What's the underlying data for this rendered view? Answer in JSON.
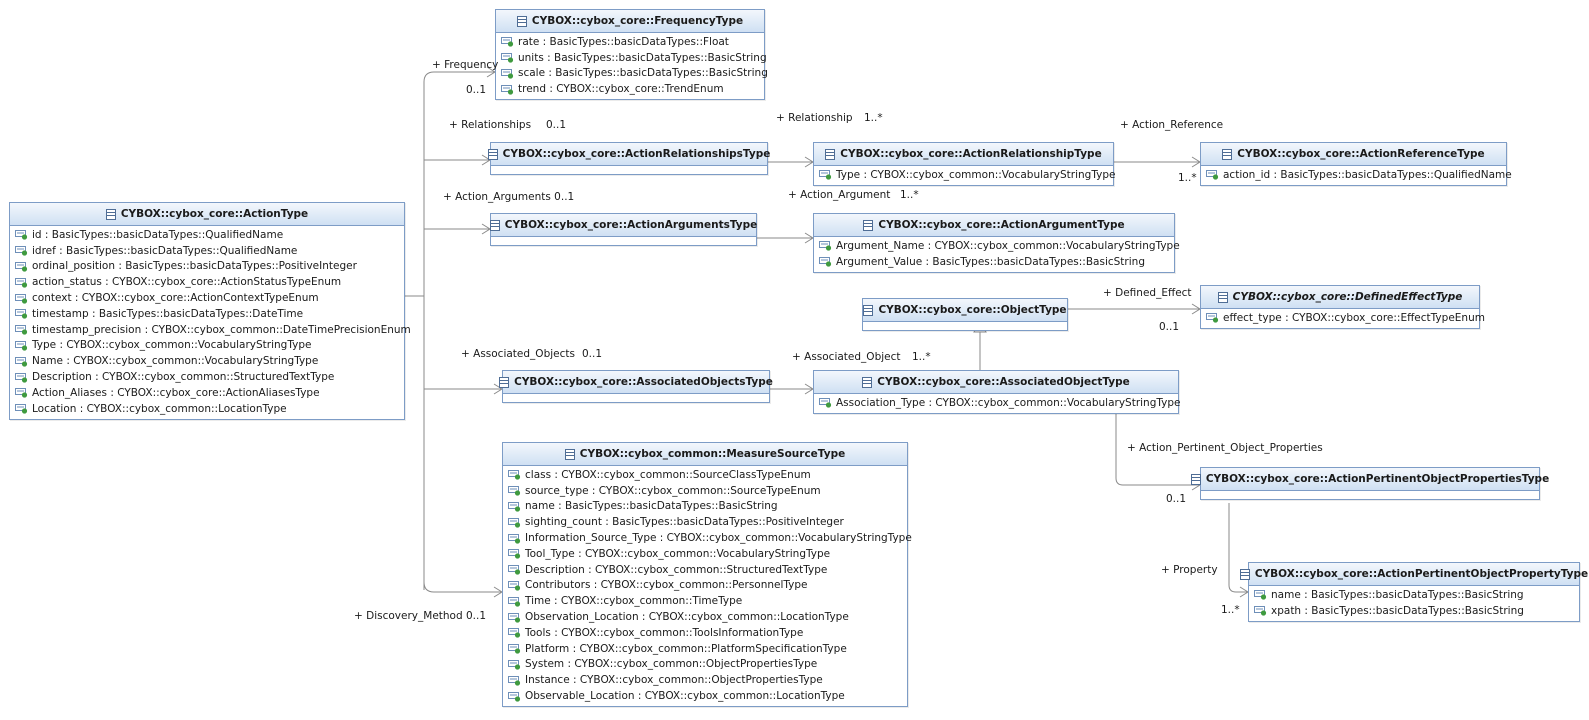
{
  "classes": {
    "action_type": {
      "name": "CYBOX::cybox_core::ActionType",
      "attributes": [
        "id : BasicTypes::basicDataTypes::QualifiedName",
        "idref : BasicTypes::basicDataTypes::QualifiedName",
        "ordinal_position : BasicTypes::basicDataTypes::PositiveInteger",
        "action_status : CYBOX::cybox_core::ActionStatusTypeEnum",
        "context : CYBOX::cybox_core::ActionContextTypeEnum",
        "timestamp : BasicTypes::basicDataTypes::DateTime",
        "timestamp_precision : CYBOX::cybox_common::DateTimePrecisionEnum",
        "Type : CYBOX::cybox_common::VocabularyStringType",
        "Name : CYBOX::cybox_common::VocabularyStringType",
        "Description : CYBOX::cybox_common::StructuredTextType",
        "Action_Aliases : CYBOX::cybox_core::ActionAliasesType",
        "Location : CYBOX::cybox_common::LocationType"
      ]
    },
    "frequency_type": {
      "name": "CYBOX::cybox_core::FrequencyType",
      "attributes": [
        "rate : BasicTypes::basicDataTypes::Float",
        "units : BasicTypes::basicDataTypes::BasicString",
        "scale : BasicTypes::basicDataTypes::BasicString",
        "trend : CYBOX::cybox_core::TrendEnum"
      ]
    },
    "action_relationships_type": {
      "name": "CYBOX::cybox_core::ActionRelationshipsType",
      "attributes": []
    },
    "action_relationship_type": {
      "name": "CYBOX::cybox_core::ActionRelationshipType",
      "attributes": [
        "Type : CYBOX::cybox_common::VocabularyStringType"
      ]
    },
    "action_reference_type": {
      "name": "CYBOX::cybox_core::ActionReferenceType",
      "attributes": [
        "action_id : BasicTypes::basicDataTypes::QualifiedName"
      ]
    },
    "action_arguments_type": {
      "name": "CYBOX::cybox_core::ActionArgumentsType",
      "attributes": []
    },
    "action_argument_type": {
      "name": "CYBOX::cybox_core::ActionArgumentType",
      "attributes": [
        "Argument_Name : CYBOX::cybox_common::VocabularyStringType",
        "Argument_Value : BasicTypes::basicDataTypes::BasicString"
      ]
    },
    "object_type": {
      "name": "CYBOX::cybox_core::ObjectType",
      "attributes": []
    },
    "defined_effect_type": {
      "name": "CYBOX::cybox_core::DefinedEffectType",
      "attributes": [
        "effect_type : CYBOX::cybox_core::EffectTypeEnum"
      ]
    },
    "associated_objects_type": {
      "name": "CYBOX::cybox_core::AssociatedObjectsType",
      "attributes": []
    },
    "associated_object_type": {
      "name": "CYBOX::cybox_core::AssociatedObjectType",
      "attributes": [
        "Association_Type : CYBOX::cybox_common::VocabularyStringType"
      ]
    },
    "measure_source_type": {
      "name": "CYBOX::cybox_common::MeasureSourceType",
      "attributes": [
        "class : CYBOX::cybox_common::SourceClassTypeEnum",
        "source_type : CYBOX::cybox_common::SourceTypeEnum",
        "name : BasicTypes::basicDataTypes::BasicString",
        "sighting_count : BasicTypes::basicDataTypes::PositiveInteger",
        "Information_Source_Type : CYBOX::cybox_common::VocabularyStringType",
        "Tool_Type : CYBOX::cybox_common::VocabularyStringType",
        "Description : CYBOX::cybox_common::StructuredTextType",
        "Contributors : CYBOX::cybox_common::PersonnelType",
        "Time : CYBOX::cybox_common::TimeType",
        "Observation_Location : CYBOX::cybox_common::LocationType",
        "Tools : CYBOX::cybox_common::ToolsInformationType",
        "Platform : CYBOX::cybox_common::PlatformSpecificationType",
        "System : CYBOX::cybox_common::ObjectPropertiesType",
        "Instance : CYBOX::cybox_common::ObjectPropertiesType",
        "Observable_Location : CYBOX::cybox_common::LocationType"
      ]
    },
    "action_pertinent_object_properties_type": {
      "name": "CYBOX::cybox_core::ActionPertinentObjectPropertiesType",
      "attributes": []
    },
    "action_pertinent_object_property_type": {
      "name": "CYBOX::cybox_core::ActionPertinentObjectPropertyType",
      "attributes": [
        "name : BasicTypes::basicDataTypes::BasicString",
        "xpath : BasicTypes::basicDataTypes::BasicString"
      ]
    }
  },
  "labels": {
    "frequency_role": "+ Frequency",
    "frequency_mult": "0..1",
    "relationships_role": "+ Relationships",
    "relationships_mult": "0..1",
    "relationship_role": "+ Relationship",
    "relationship_mult": "1..*",
    "action_reference_role": "+ Action_Reference",
    "action_reference_mult": "1..*",
    "action_arguments_role": "+ Action_Arguments 0..1",
    "action_argument_role": "+ Action_Argument",
    "action_argument_mult": "1..*",
    "defined_effect_role": "+ Defined_Effect",
    "defined_effect_mult": "0..1",
    "associated_objects_role": "+ Associated_Objects",
    "associated_objects_mult": "0..1",
    "associated_object_role": "+ Associated_Object",
    "associated_object_mult": "1..*",
    "pertinent_props_role": "+ Action_Pertinent_Object_Properties",
    "pertinent_props_mult": "0..1",
    "property_role": "+ Property",
    "property_mult": "1..*",
    "discovery_method_role": "+ Discovery_Method 0..1"
  },
  "colors": {
    "box_border": "#7d9cc6",
    "header_top": "#f3f7fc",
    "header_bottom": "#cfe0f3",
    "connector": "#8a8a8a",
    "attribute_icon": "#3f9a3f"
  }
}
